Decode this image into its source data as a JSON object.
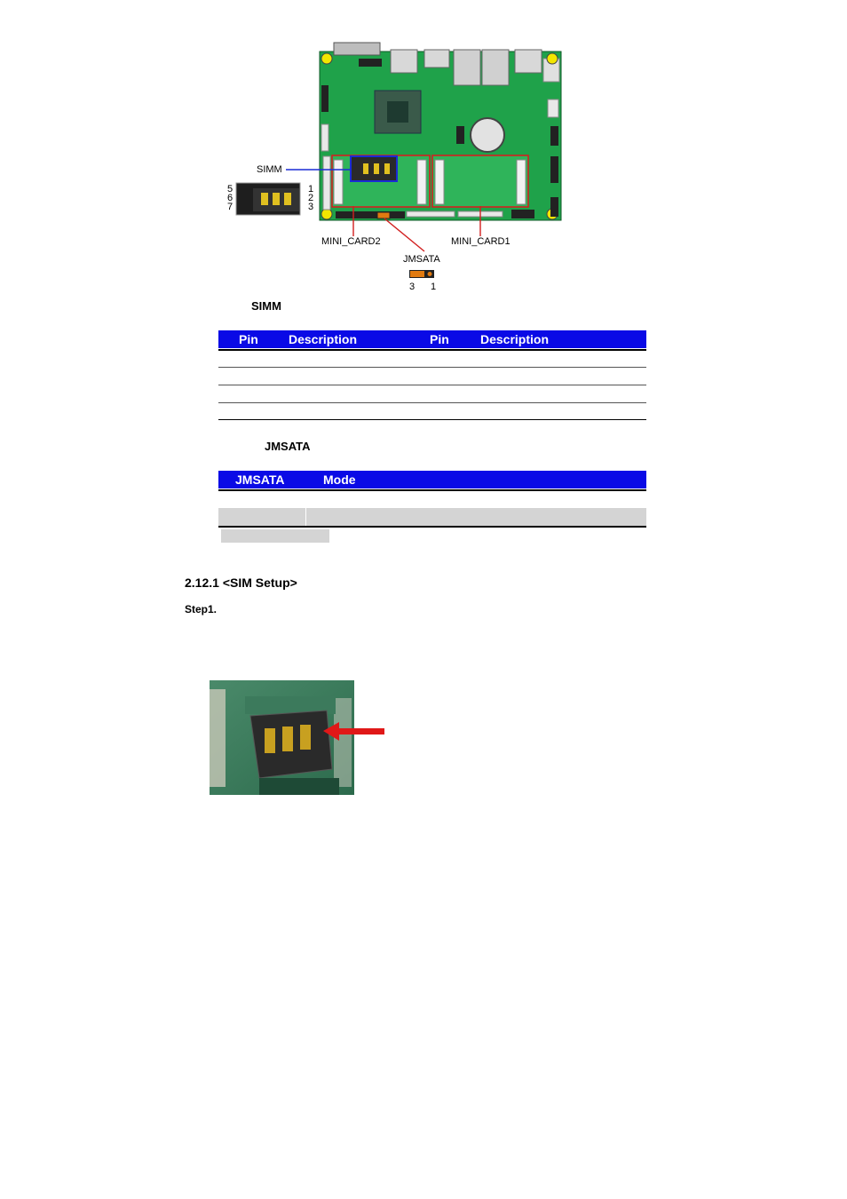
{
  "diagram": {
    "simm_label": "SIMM",
    "pin_left": [
      "5",
      "6",
      "7"
    ],
    "pin_right": [
      "1",
      "2",
      "3"
    ],
    "mini_card2_label": "MINI_CARD2",
    "mini_card1_label": "MINI_CARD1",
    "jmsata_label": "JMSATA",
    "jumper_pin_3": "3",
    "jumper_pin_1": "1"
  },
  "simm_section": {
    "title": "SIMM",
    "headers": [
      "Pin",
      "Description",
      "Pin",
      "Description"
    ]
  },
  "jmsata_section": {
    "title": "JMSATA",
    "headers": [
      "JMSATA",
      "Mode"
    ]
  },
  "sim_setup": {
    "heading": "2.12.1 <SIM Setup>",
    "step1": "Step1."
  },
  "colors": {
    "header_blue": "#0a0ae6",
    "pcb_green": "#1fa24a",
    "highlight_red": "#d22020",
    "highlight_blue": "#1a2bd6",
    "jumper_orange": "#e07a10"
  }
}
